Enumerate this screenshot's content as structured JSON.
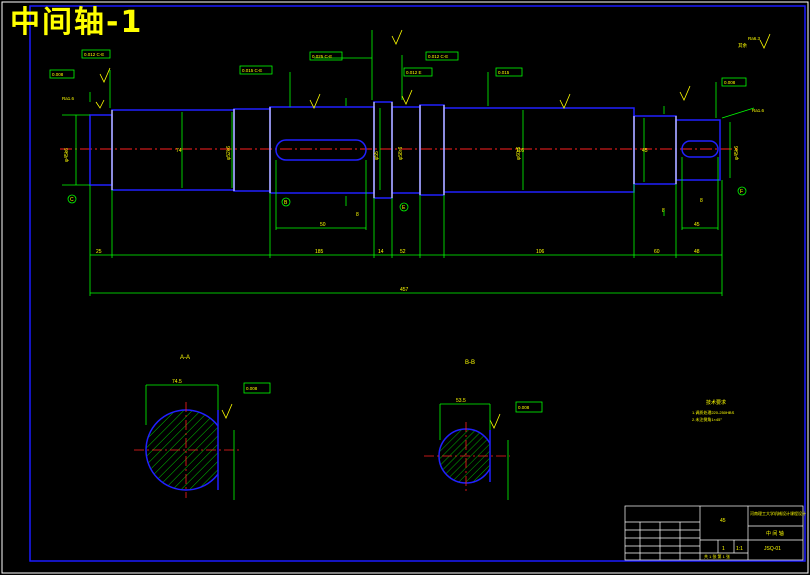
{
  "title": "中间轴-1",
  "colors": {
    "background": "#000000",
    "border": "#1a1aff",
    "outline": "#2020ff",
    "dimension": "#00ff00",
    "centerline": "#ff2020",
    "text": "#ffff00",
    "white": "#ffffff",
    "hatch": "#00ff00"
  },
  "views": {
    "section_aa": "A-A",
    "section_bb": "B-B"
  },
  "datums": {
    "C": "C",
    "B": "B",
    "E": "E",
    "F": "F"
  },
  "dimensions": {
    "overall": "457",
    "d1": "25",
    "d2": "185",
    "d3": "106",
    "d4": "14",
    "d5": "52",
    "d6": "74",
    "d7": "116",
    "d8": "48",
    "d9": "60",
    "d10": "45",
    "sec_a_width": "74.5",
    "sec_b_width": "53.5",
    "key_a": "50",
    "key_b": "8"
  },
  "tech_notes": {
    "heading": "技术要求",
    "line1": "1.调质处理220-250HBS",
    "line2": "2.未注倒角1×45°"
  },
  "title_block": {
    "part_name": "中 间 轴",
    "scale": "1:1",
    "school": "河南理工大学机械设计课程设计",
    "drawing_no": "JSQ-01",
    "material": "45",
    "qty": "1",
    "sheet": "共 1 张  第 1 张"
  },
  "roughness": {
    "r1": "Ra1.6",
    "r2": "Ra3.2",
    "r3": "Ra6.3",
    "other": "其余"
  },
  "tolerance": {
    "t1": "0.012 C-E",
    "t2": "0.015 C-E",
    "t3": "0.008",
    "t4": "0.012 E",
    "t5": "0.015",
    "t6": "0.025 C-E"
  }
}
